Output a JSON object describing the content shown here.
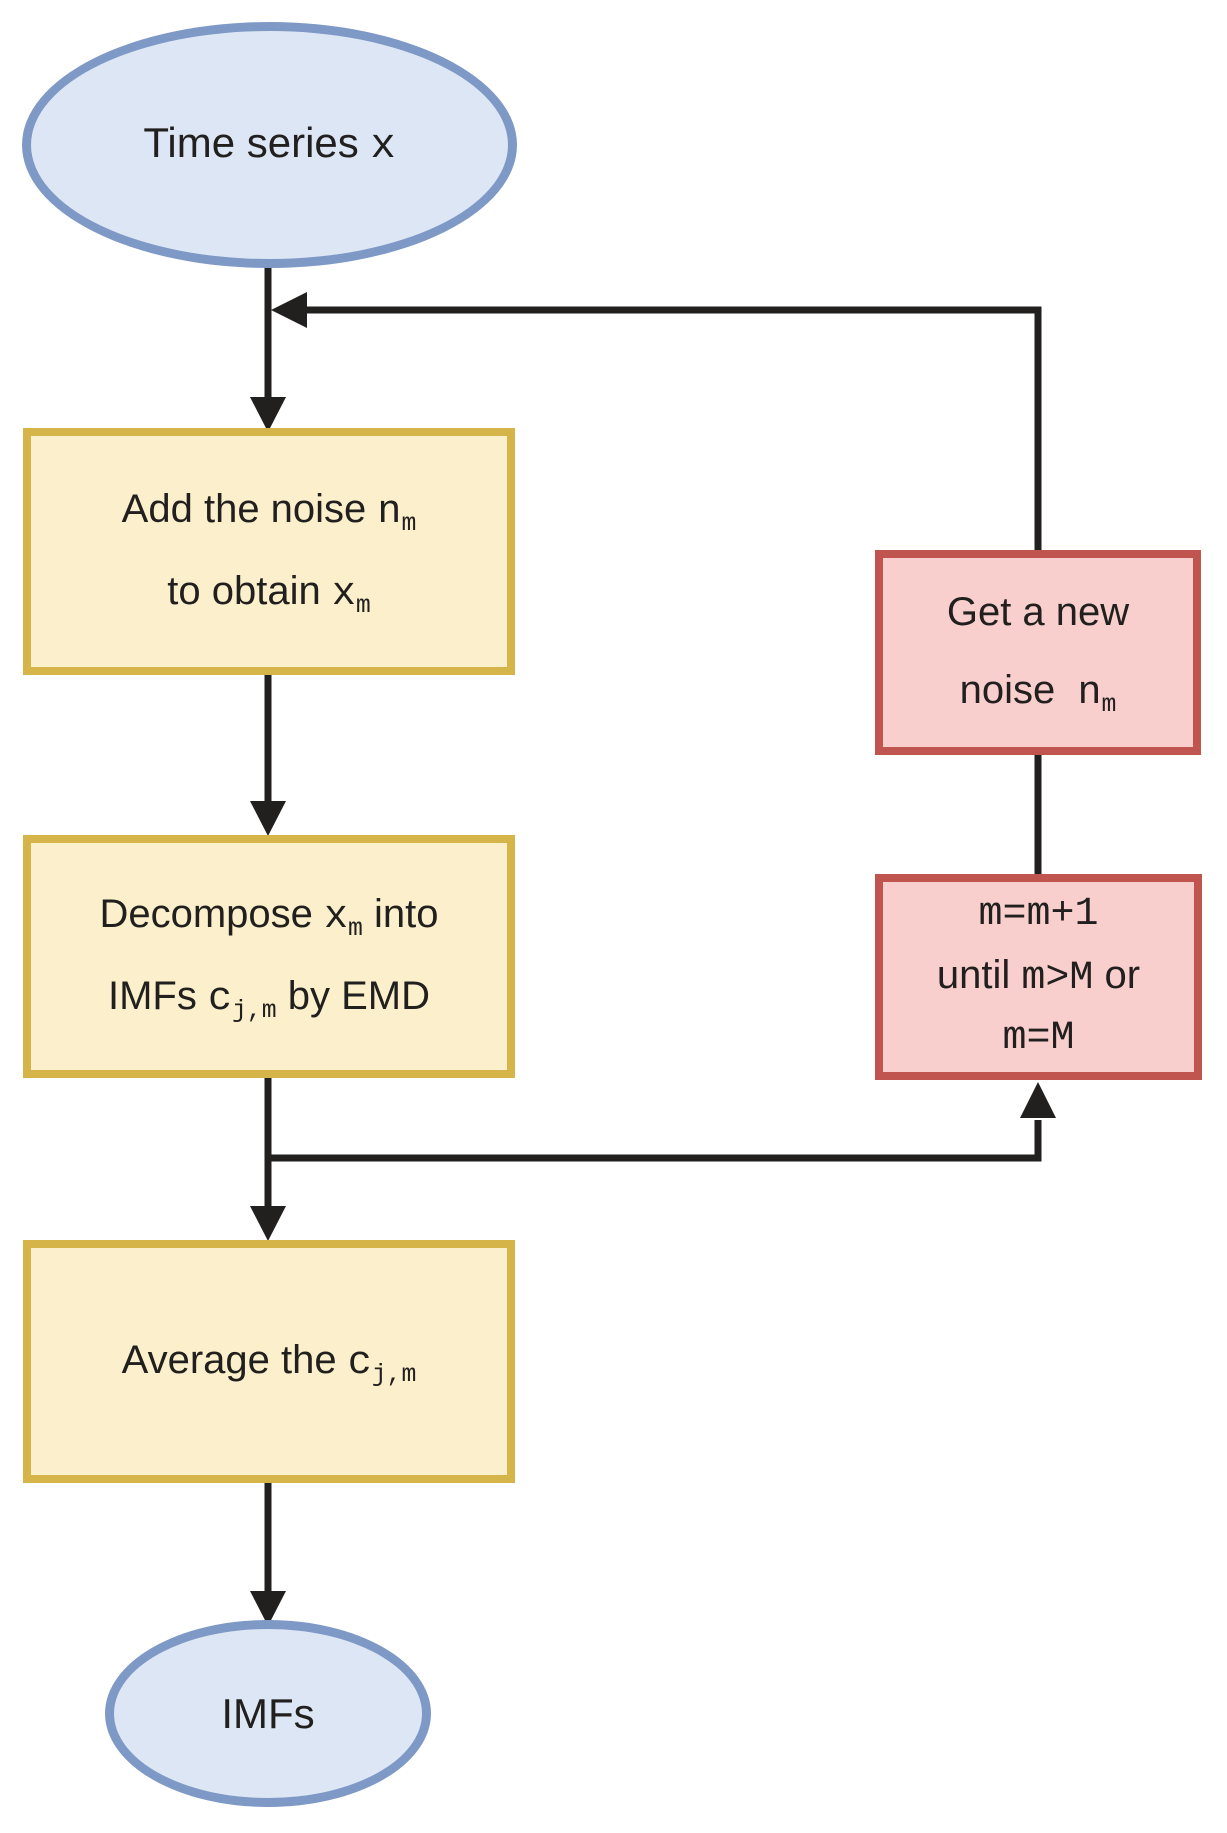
{
  "colors": {
    "ellipse_fill": "#dce6f4",
    "ellipse_border": "#7e99c6",
    "process_fill": "#fbf0cb",
    "process_border": "#d5b44a",
    "loop_fill": "#f8cfcc",
    "loop_border": "#c0544e",
    "arrow": "#221f1f"
  },
  "nodes": {
    "start": {
      "p1": "Time series ",
      "var": "x"
    },
    "add": {
      "l1p1": "Add the noise ",
      "l1var": "n",
      "l1sub": "m",
      "l2p1": "to obtain ",
      "l2var": "x",
      "l2sub": "m"
    },
    "decompose": {
      "l1p1": "Decompose ",
      "l1var": "x",
      "l1sub": "m",
      "l1p2": " into",
      "l2p1": "IMFs ",
      "l2var": "c",
      "l2sub": "j,m",
      "l2p2": " by EMD"
    },
    "average": {
      "l1p1": "Average the ",
      "l1var": "c",
      "l1sub": "j,m"
    },
    "end": {
      "label": "IMFs"
    },
    "noise": {
      "l1": "Get a new",
      "l2p1": "noise  ",
      "l2var": "n",
      "l2sub": "m"
    },
    "counter": {
      "l1": "m=m+1",
      "l2p1": "until ",
      "l2var": "m>M",
      "l2p2": " or",
      "l3": "m=M"
    }
  }
}
